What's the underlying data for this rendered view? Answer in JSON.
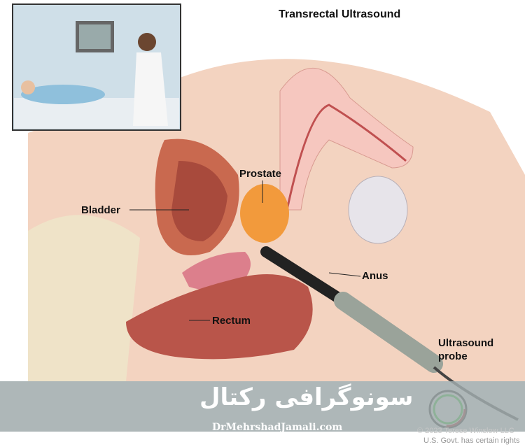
{
  "title": "Transrectal Ultrasound",
  "labels": {
    "prostate": "Prostate",
    "bladder": "Bladder",
    "anus": "Anus",
    "rectum": "Rectum",
    "probe": "Ultrasound\nprobe"
  },
  "banner": {
    "urdu_title": "سونوگرافی رکتال",
    "site": "DrMehrshadJamali.com"
  },
  "copyright": "© 2023 Terese Winslow LLC",
  "rights": "U.S. Govt. has certain rights",
  "colors": {
    "skin": "#f2c9b0",
    "prostate": "#f29a3c",
    "rectum": "#b9554a",
    "banner": "#a0aaac"
  }
}
